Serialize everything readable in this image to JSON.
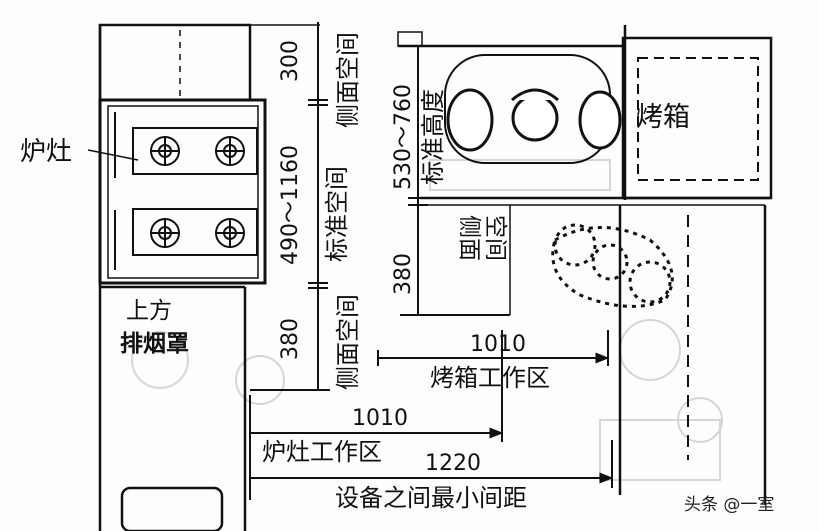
{
  "labels": {
    "stove": "炉灶",
    "hood_line1": "上方",
    "hood_line2": "排烟罩",
    "oven": "烤箱",
    "side_space": "侧面空间",
    "standard_space": "标准空间",
    "standard_height": "标准高度",
    "side_space_right_a": "侧面",
    "side_space_right_b": "空间",
    "oven_work_area": "烤箱工作区",
    "stove_work_area": "炉灶工作区",
    "min_distance": "设备之间最小间距"
  },
  "dimensions": {
    "top_side": "300",
    "standard_range": "490～1160",
    "bottom_side": "380",
    "oven_height_range": "530～760",
    "right_side": "380",
    "oven_work": "1010",
    "stove_work": "1010",
    "min_gap": "1220"
  },
  "watermark": "头条 @一室"
}
